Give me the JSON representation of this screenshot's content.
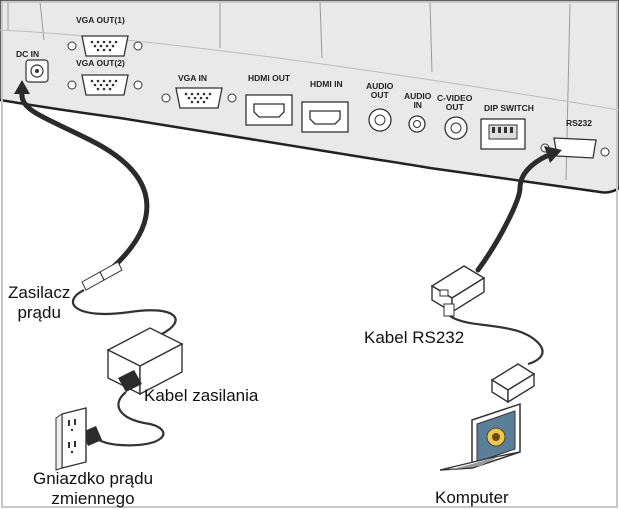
{
  "panel": {
    "ports": {
      "dc_in": "DC IN",
      "vga_out_1": "VGA OUT(1)",
      "vga_out_2": "VGA OUT(2)",
      "vga_in": "VGA IN",
      "hdmi_out": "HDMI OUT",
      "hdmi_in": "HDMI IN",
      "audio_out": "AUDIO\nOUT",
      "audio_in": "AUDIO\nIN",
      "c_video_out": "C-VIDEO\nOUT",
      "dip_switch": "DIP SWITCH",
      "rs232": "RS232"
    }
  },
  "labels": {
    "power_adapter": "Zasilacz\nprądu",
    "power_cable": "Kabel zasilania",
    "ac_outlet": "Gniazdko prądu\nzmiennego",
    "rs232_cable": "Kabel RS232",
    "computer": "Komputer"
  },
  "colors": {
    "panel_face": "#f1f1f1",
    "cable_dark": "#2b2b2b",
    "outline": "#222222"
  },
  "icons": [
    "power-adapter-icon",
    "ac-outlet-icon",
    "rs232-connector-icon",
    "laptop-icon"
  ]
}
